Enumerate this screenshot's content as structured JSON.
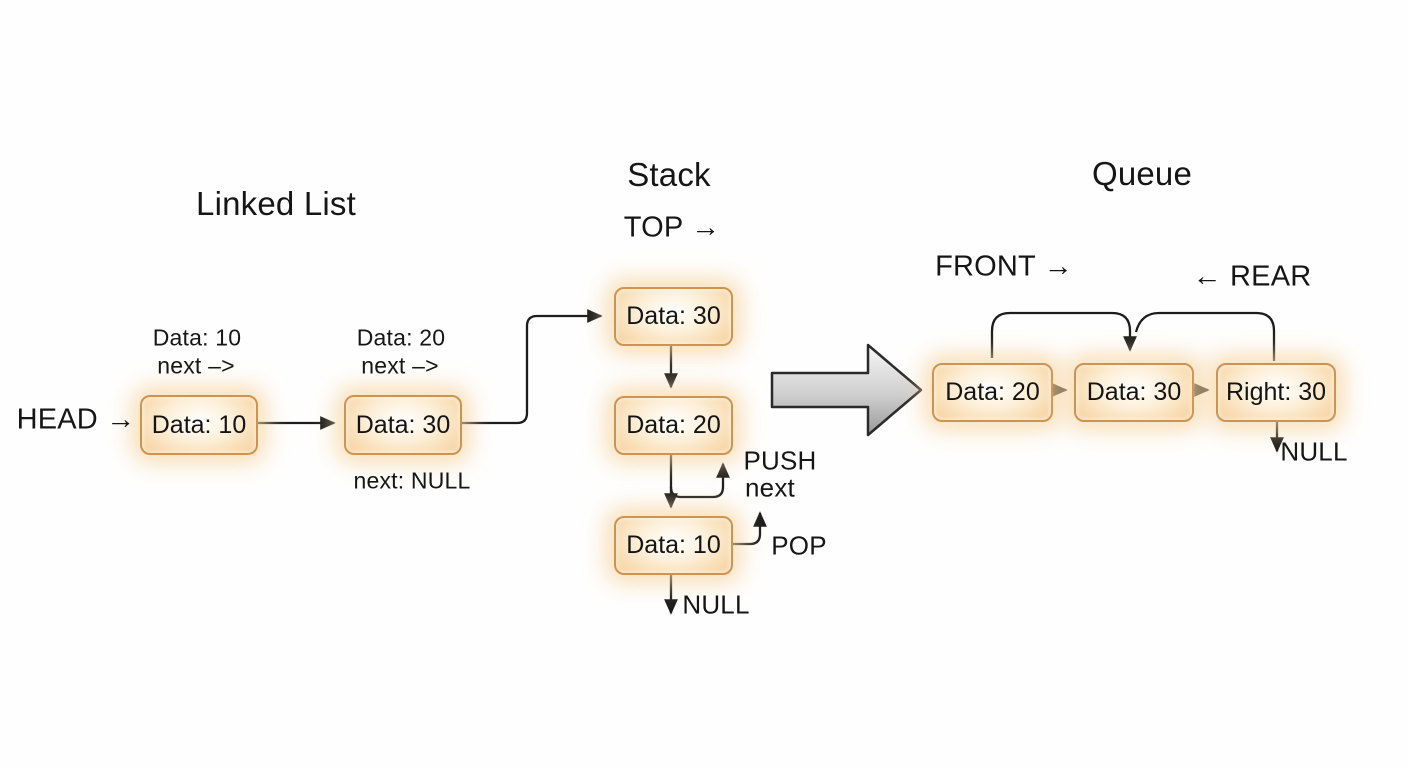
{
  "linked_list": {
    "title": "Linked List",
    "head_label": "HEAD →",
    "node1_above_data": "Data: 10",
    "node1_above_next": "next –>",
    "node1_label": "Data: 10",
    "node2_above_data": "Data: 20",
    "node2_above_next": "next –>",
    "node2_label": "Data: 30",
    "node2_below": "next: NULL"
  },
  "stack": {
    "title": "Stack",
    "top_label": "TOP →",
    "node1_label": "Data: 30",
    "node2_label": "Data: 20",
    "node3_label": "Data: 10",
    "push_label": "PUSH",
    "next_label": "next",
    "pop_label": "POP",
    "null_label": "NULL"
  },
  "queue": {
    "title": "Queue",
    "front_label": "FRONT →",
    "rear_label": "← REAR",
    "node1_label": "Data: 20",
    "node2_label": "Data: 30",
    "node3_label": "Right: 30",
    "null_label": "NULL"
  },
  "colors": {
    "node_border": "#cf9350",
    "node_glow": "#f7d5a6",
    "line": "#1c1c1c",
    "big_arrow_light": "#f6f6f6",
    "big_arrow_dark": "#999999"
  }
}
